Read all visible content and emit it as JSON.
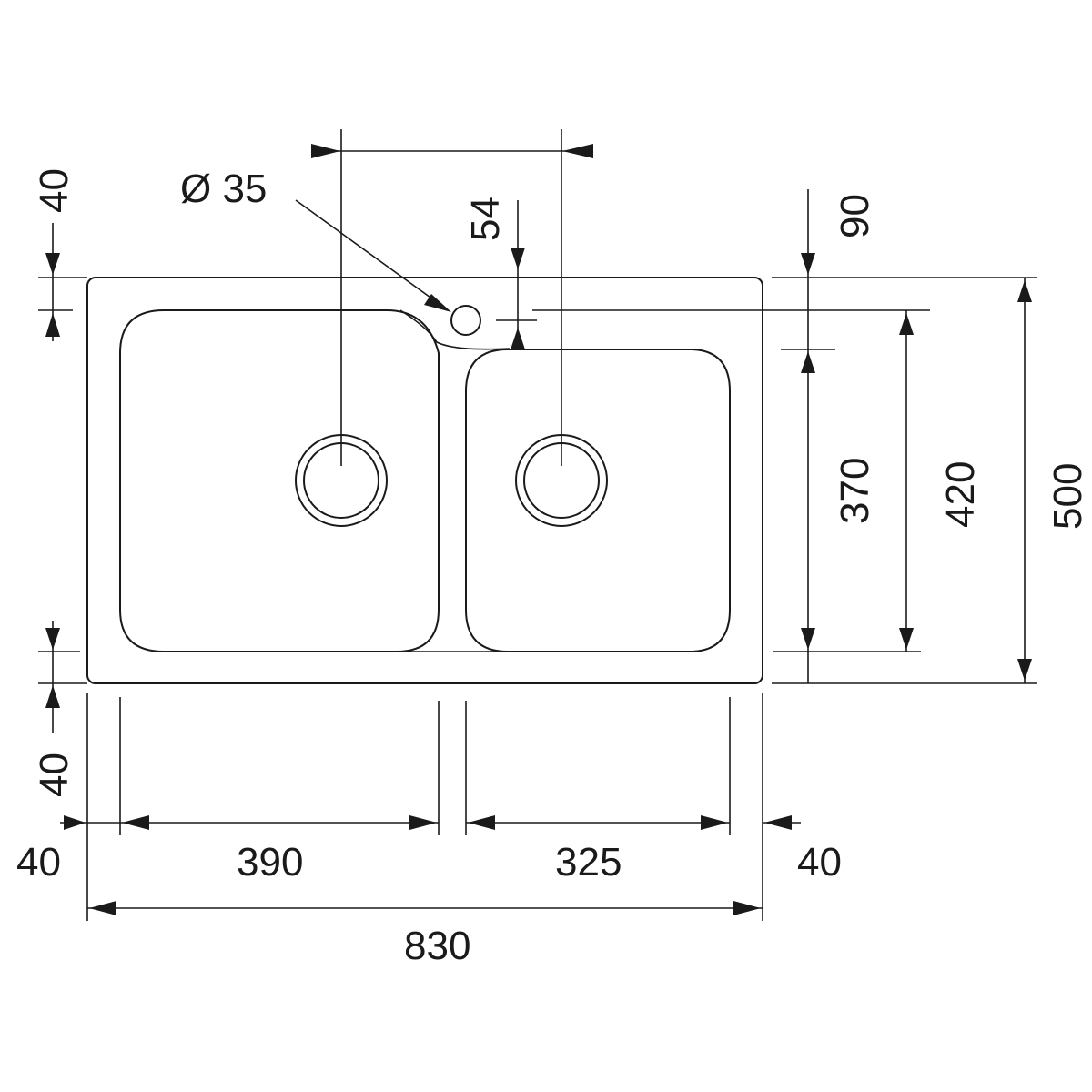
{
  "diagram": {
    "hole_diameter": "Ø 35",
    "dims": {
      "top_left_margin": "40",
      "bottom_left_margin": "40",
      "tap_offset": "54",
      "top_right_margin": "90",
      "small_bowl_depth": "370",
      "large_bowl_depth": "420",
      "overall_depth": "500",
      "left_edge": "40",
      "large_bowl_width": "390",
      "small_bowl_width": "325",
      "right_edge": "40",
      "overall_width": "830"
    }
  }
}
